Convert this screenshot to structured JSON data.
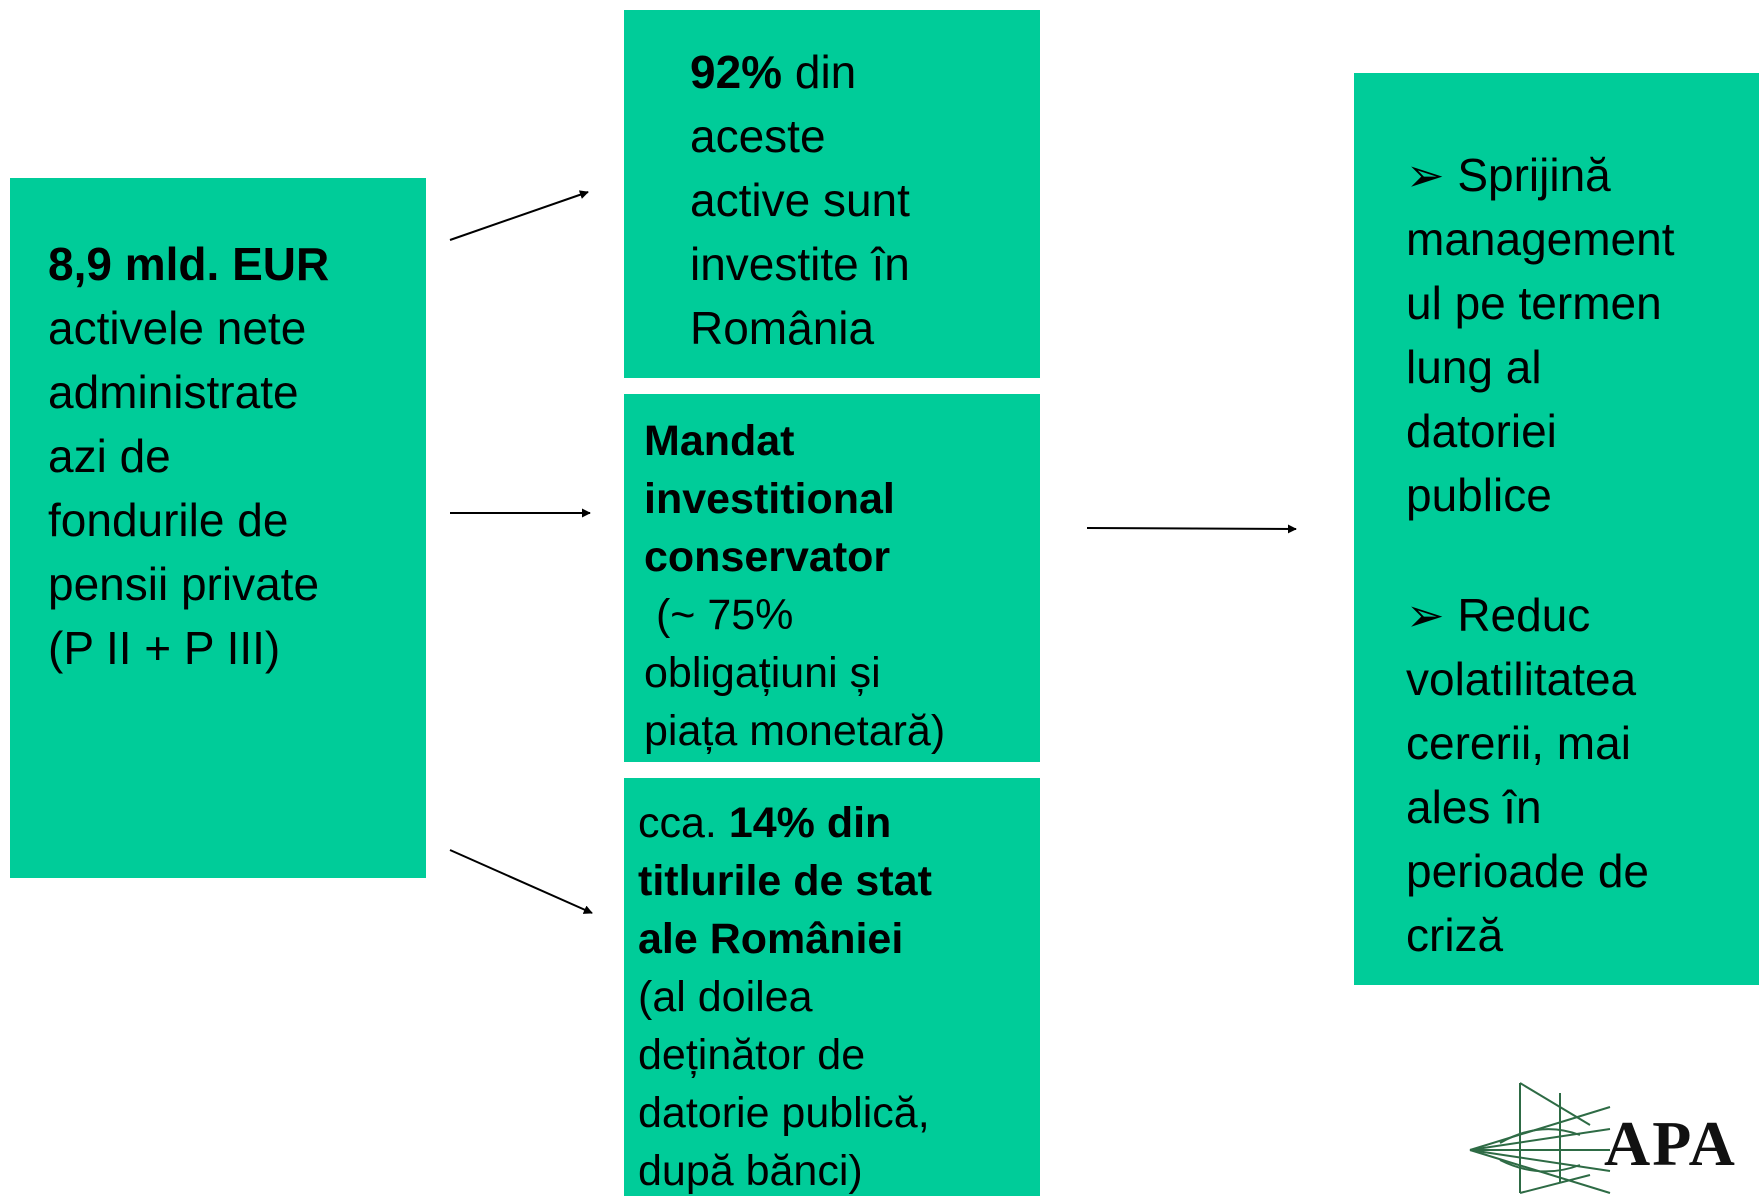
{
  "left_box": {
    "l1": "8,9 mld. EUR",
    "l2": "activele nete",
    "l3": "administrate",
    "l4": "azi de",
    "l5": "fondurile de",
    "l6": "pensii private",
    "l7": "(P II + P III)"
  },
  "top_box": {
    "l1_bold": "92%",
    "l1_rest": " din",
    "l2": "aceste",
    "l3": "active sunt",
    "l4": "investite în",
    "l5": "România"
  },
  "mid_box": {
    "l1": "Mandat",
    "l2": "investitional",
    "l3": "conservator",
    "l4": " (~ 75%",
    "l5": "obligațiuni și",
    "l6": "piața monetară)"
  },
  "bottom_box": {
    "l1_plain": "cca. ",
    "l1_bold": "14% din",
    "l2": "titlurile de stat",
    "l3": "ale României",
    "l4": "(al doilea",
    "l5": "deținător de",
    "l6": "datorie publică,",
    "l7": "după bănci)"
  },
  "right_box": {
    "bullet_glyph": "➢",
    "b1_l1": " Sprijină",
    "b1_l2": "management",
    "b1_l3": "ul pe termen",
    "b1_l4": "lung al",
    "b1_l5": "datoriei",
    "b1_l6": "publice",
    "b2_l1": " Reduc",
    "b2_l2": "volatilitatea",
    "b2_l3": "cererii, mai",
    "b2_l4": "ales în",
    "b2_l5": "perioade de",
    "b2_l6": "criză"
  },
  "logo": {
    "text": "APA"
  },
  "colors": {
    "box_fill": "#00cc99",
    "arrow": "#000000"
  }
}
